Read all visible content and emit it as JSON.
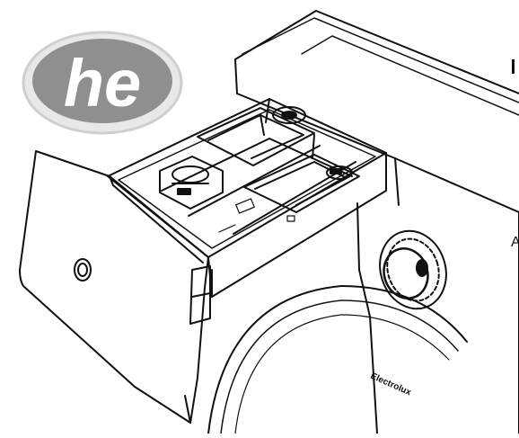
{
  "logo": {
    "text": "he",
    "fill": "#8f8f8f",
    "rim": "#d9d9d9"
  },
  "brand": {
    "text": "Electrolux"
  },
  "side_letter": "A",
  "colors": {
    "line": "#111111",
    "paper": "#ffffff"
  }
}
